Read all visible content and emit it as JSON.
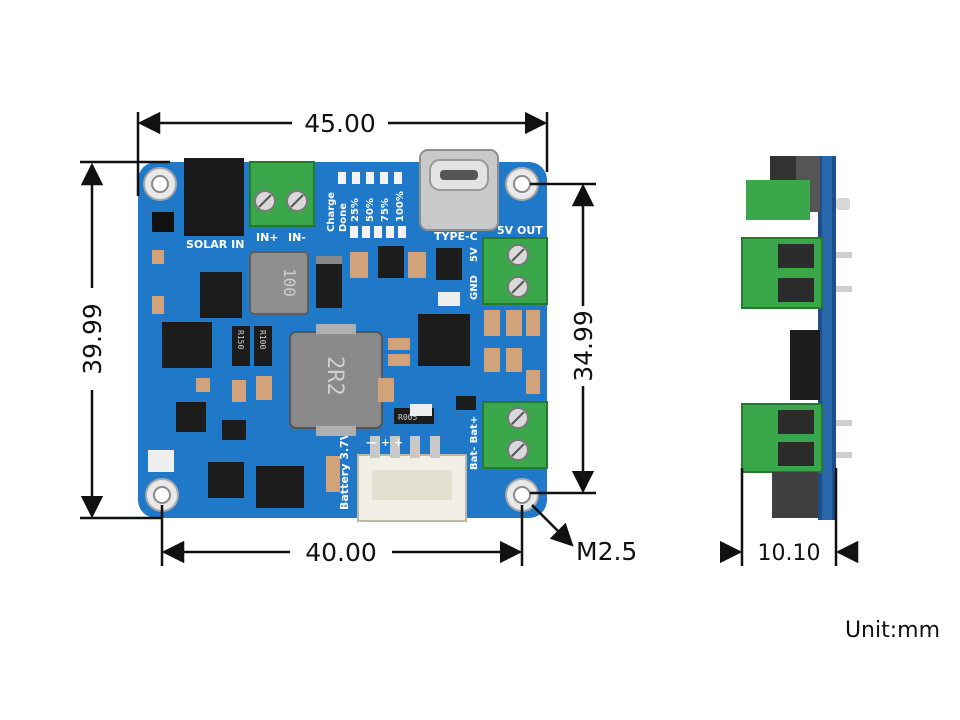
{
  "dimensions": {
    "top_width": "45.00",
    "bottom_width": "40.00",
    "left_height": "39.99",
    "right_height": "34.99",
    "hole": "M2.5",
    "thickness": "10.10"
  },
  "unit_label": "Unit:mm",
  "board": {
    "solar_in": "SOLAR IN",
    "in_plus": "IN+",
    "in_minus": "IN-",
    "type_c": "TYPE-C",
    "out_5v": "5V OUT",
    "pin_5v": "5V",
    "pin_gnd": "GND",
    "led_labels": [
      "Charge",
      "Done",
      "25%",
      "50%",
      "75%",
      "100%"
    ],
    "battery": "Battery 3.7V",
    "bat_pins": "Bat- Bat+",
    "conn_pins": "— + +",
    "inductor_small": "100",
    "inductor_large": "2R2",
    "r150": "R150",
    "r100": "R100",
    "r005": "R005"
  }
}
